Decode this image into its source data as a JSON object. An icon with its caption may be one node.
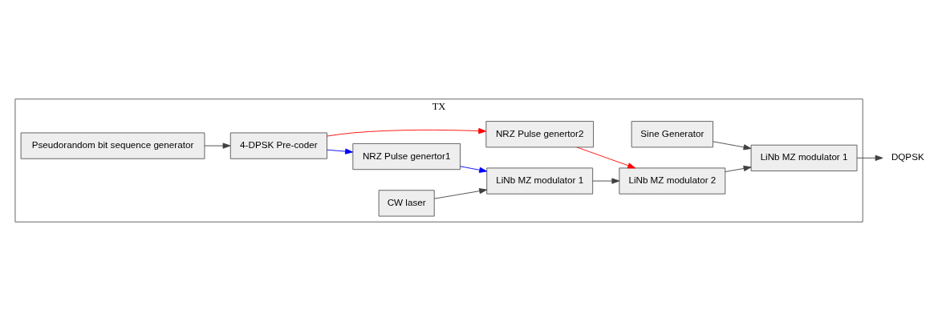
{
  "diagram": {
    "nodes": [
      {
        "text": [
          "TX"
        ]
      },
      {
        "text": [
          "Pseudorandom bit sequence generator"
        ],
        "in": 0
      },
      {
        "text": [
          "4-DPSK Pre-coder"
        ],
        "in": 0
      },
      {
        "text": [
          "NRZ Pulse genertor1"
        ],
        "in": 0
      },
      {
        "text": [
          "NRZ Pulse genertor2"
        ],
        "in": 0
      },
      {
        "text": [
          "Sine Generator"
        ],
        "in": 0
      },
      {
        "text": [
          "CW laser"
        ],
        "in": 0
      },
      {
        "text": [
          "LiNb MZ modulator 1"
        ],
        "in": 0
      },
      {
        "text": [
          "LiNb MZ modulator 2"
        ],
        "in": 0
      },
      {
        "text": [
          "LiNb MZ modulator 1"
        ],
        "in": 0
      },
      {
        "text": [
          "DQPSK"
        ]
      }
    ],
    "edges": [
      {
        "from": 1,
        "to": 2,
        "arrow": "to"
      },
      {
        "from": 2,
        "to": 3,
        "arrow": "to",
        "color": "#0000ff"
      },
      {
        "from": 2,
        "to": 4,
        "arrow": "to",
        "color": "#ff0000"
      },
      {
        "from": 3,
        "to": 7,
        "arrow": "to",
        "color": "#0000ff"
      },
      {
        "from": 4,
        "to": 8,
        "arrow": "to",
        "color": "#ff0000"
      },
      {
        "from": 5,
        "to": 9,
        "arrow": "to"
      },
      {
        "from": 6,
        "to": 7,
        "arrow": "to"
      },
      {
        "from": 7,
        "to": 8,
        "arrow": "to"
      },
      {
        "from": 8,
        "to": 9,
        "arrow": "to"
      },
      {
        "from": 9,
        "to": 10,
        "arrow": "to"
      }
    ]
  }
}
